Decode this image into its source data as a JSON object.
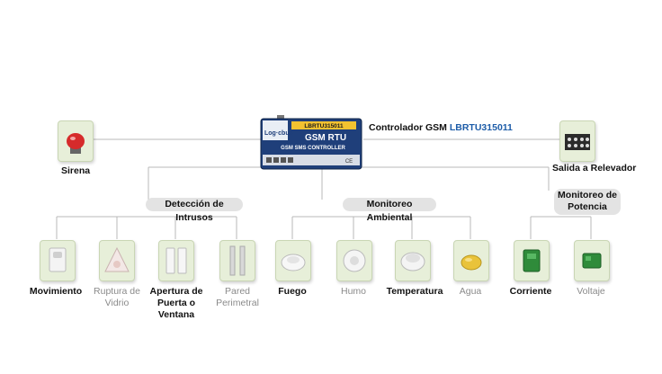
{
  "controller": {
    "label": "Controlador GSM",
    "model": "LBRTU315011",
    "device_brand": "Log·cbus",
    "device_model_plate": "LBRTU315011",
    "device_title": "GSM RTU",
    "device_subtitle": "GSM SMS CONTROLLER",
    "device_marks": "CE"
  },
  "endpoints": {
    "left": "Sirena",
    "right": "Salida a Relevador"
  },
  "groups": [
    {
      "label": "Detección de Intrusos"
    },
    {
      "label": "Monitoreo Ambiental"
    },
    {
      "label": "Monitoreo de Potencia"
    }
  ],
  "sensors": [
    {
      "label": "Movimiento",
      "icon": "motion-sensor-icon",
      "dim": false
    },
    {
      "label": "Ruptura de Vidrio",
      "icon": "glass-break-icon",
      "dim": true
    },
    {
      "label": "Apertura de Puerta o Ventana",
      "icon": "door-contact-icon",
      "dim": false
    },
    {
      "label": "Pared Perimetral",
      "icon": "beam-sensor-icon",
      "dim": true
    },
    {
      "label": "Fuego",
      "icon": "fire-detector-icon",
      "dim": false
    },
    {
      "label": "Humo",
      "icon": "smoke-detector-icon",
      "dim": true
    },
    {
      "label": "Temperatura",
      "icon": "heat-detector-icon",
      "dim": false
    },
    {
      "label": "Agua",
      "icon": "water-sensor-icon",
      "dim": true
    },
    {
      "label": "Corriente",
      "icon": "current-sensor-icon",
      "dim": false
    },
    {
      "label": "Voltaje",
      "icon": "voltage-sensor-icon",
      "dim": true
    }
  ],
  "colors": {
    "tile": "#e7efd9",
    "line": "#b8b8b8",
    "model_text": "#1d5ca8",
    "device_body": "#1f3f7a",
    "pill": "#e3e3e3"
  }
}
